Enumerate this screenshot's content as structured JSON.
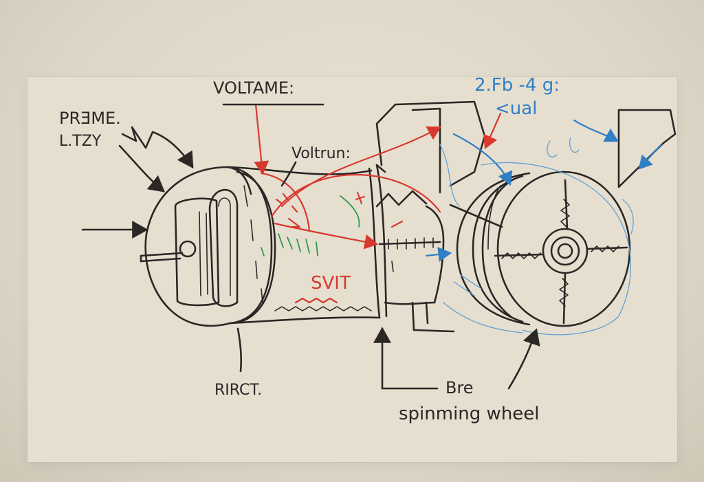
{
  "labels": {
    "frame_line1": "PRƎME.",
    "frame_line2": "L.TZY",
    "voltage_top": "VOLTAME:",
    "voltage_mid": "Voltrun:",
    "top_right_line1": "2.Fb -4 g:",
    "top_right_line2": "<ual",
    "svit": "SVIT",
    "bottom_left": "RIRCT.",
    "bottom_right_line1": "Bre",
    "bottom_right_line2": "spinming wheel"
  },
  "colors": {
    "ink": "#2a2725",
    "red": "#d8392f",
    "blue": "#2f7fc6",
    "green": "#2e9a4e",
    "paper": "#e6dfd0"
  }
}
